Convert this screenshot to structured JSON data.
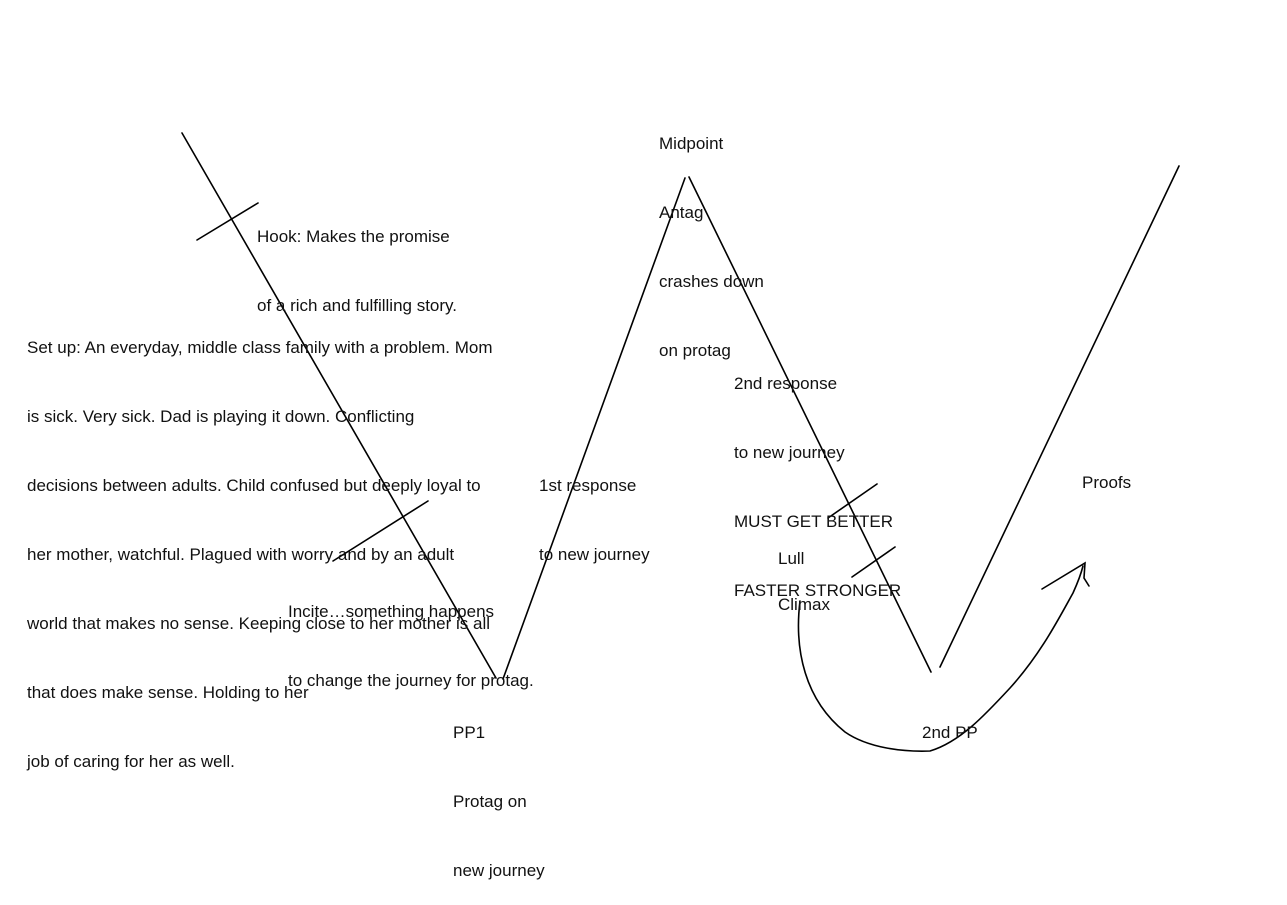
{
  "colors": {
    "stroke": "#000000",
    "text": "#111111",
    "background": "#ffffff"
  },
  "labels": {
    "midpoint": [
      "Midpoint",
      "Antag",
      "crashes down",
      "on protag"
    ],
    "hook": [
      "Hook: Makes the promise",
      "of a rich and fulfilling story."
    ],
    "setup": [
      "Set up: An everyday, middle class family with a problem. Mom",
      "is sick. Very sick. Dad is playing it down. Conflicting",
      "decisions between adults. Child confused but deeply loyal to",
      "her mother, watchful. Plagued with worry and by an adult",
      "world that makes no sense. Keeping close to her mother is all",
      "that does make sense. Holding to her",
      "job of caring for her as well."
    ],
    "second_response": [
      "2nd response",
      "to new journey",
      "MUST GET BETTER",
      "FASTER STRONGER"
    ],
    "proofs": [
      "Proofs"
    ],
    "first_response": [
      "1st response",
      "to new journey"
    ],
    "lull": [
      "Lull"
    ],
    "climax": [
      "Climax"
    ],
    "incite": [
      "Incite…something happens",
      "to change the journey for protag."
    ],
    "pp1": [
      "PP1",
      "Protag on",
      "new journey"
    ],
    "second_pp": [
      "2nd PP"
    ]
  }
}
